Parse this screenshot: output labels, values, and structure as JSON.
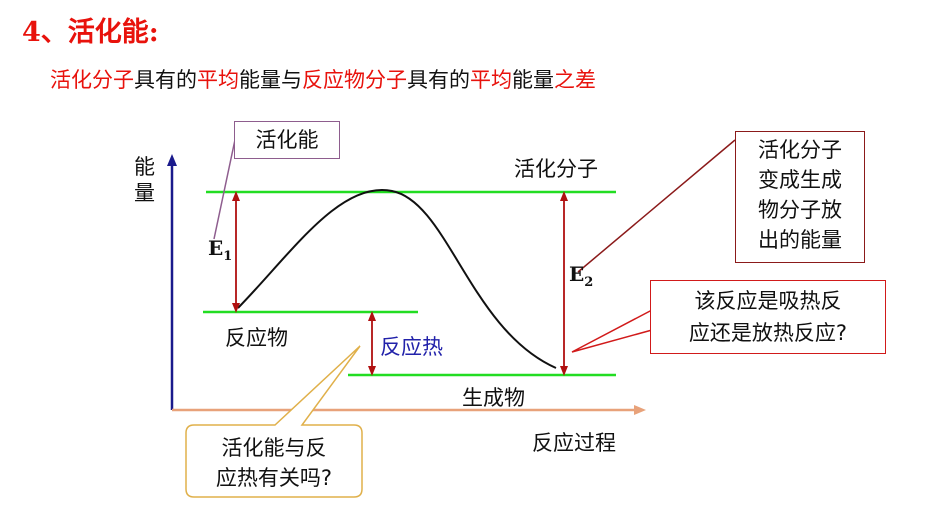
{
  "title": "4、活化能:",
  "definition": [
    {
      "text": "活化分子",
      "color": "red"
    },
    {
      "text": "具有的",
      "color": "black"
    },
    {
      "text": "平均",
      "color": "red"
    },
    {
      "text": "能量与",
      "color": "black"
    },
    {
      "text": "反应物分子",
      "color": "red"
    },
    {
      "text": "具有的",
      "color": "black"
    },
    {
      "text": "平均",
      "color": "red"
    },
    {
      "text": "能量",
      "color": "black"
    },
    {
      "text": "之差",
      "color": "red"
    }
  ],
  "diagram": {
    "y_axis_label": "能量",
    "x_axis_label": "反应过程",
    "activated_label": "活化分子",
    "reactant_label": "反应物",
    "product_label": "生成物",
    "reaction_heat_label": "反应热",
    "e1": {
      "symbol": "E",
      "subscript": "1"
    },
    "e2": {
      "symbol": "E",
      "subscript": "2"
    },
    "activation_energy_box": "活化能",
    "release_box": "活化分子\n变成生成\n物分子放\n出的能量",
    "question_box": "该反应是吸热反\n应还是放热反应?",
    "bubble_text": "活化能与反\n应热有关吗?"
  },
  "colors": {
    "accent_red": "#e8120c",
    "level_green": "#22dd22",
    "axis_blue": "#1a1a8c",
    "axis_orange": "#e8a27a",
    "curve": "#111111",
    "arrow_red": "#b01010"
  }
}
